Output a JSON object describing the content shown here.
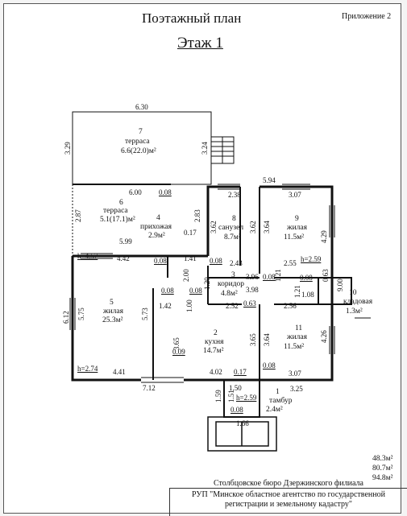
{
  "header": {
    "title": "Поэтажный план",
    "floor": "Этаж 1",
    "appendix": "Приложение 2"
  },
  "rooms": [
    {
      "number": "7",
      "name": "терраса",
      "area": "6.6(22.0)м²"
    },
    {
      "number": "6",
      "name": "терраса",
      "area": "5.1(17.1)м²"
    },
    {
      "number": "4",
      "name": "прихожая",
      "area": "2.9м²"
    },
    {
      "number": "8",
      "name": "санузел",
      "area": "8.7м²"
    },
    {
      "number": "9",
      "name": "жилая",
      "area": "11.5м²"
    },
    {
      "number": "3",
      "name": "коридор",
      "area": "4.8м²"
    },
    {
      "number": "5",
      "name": "жилая",
      "area": "25.3м²"
    },
    {
      "number": "2",
      "name": "кухня",
      "area": "14.7м²"
    },
    {
      "number": "11",
      "name": "жилая",
      "area": "11.5м²"
    },
    {
      "number": "10",
      "name": "кладовая",
      "area": "1.3м²"
    },
    {
      "number": "1",
      "name": "тамбур",
      "area": "2.4м²"
    }
  ],
  "dimensions": {
    "d630": "6.30",
    "d329": "3.29",
    "d324": "3.24",
    "d600": "6.00",
    "d008a": "0.08",
    "d594": "5.94",
    "d287": "2.87",
    "d283": "2.83",
    "d238": "2.38",
    "d307a": "3.07",
    "d362a": "3.62",
    "d362b": "3.62",
    "d364a": "3.64",
    "d429": "4.29",
    "d599": "5.99",
    "d017a": "0.17",
    "d141": "1.41",
    "h457": "h=4.57",
    "d442": "4.42",
    "d008b": "0.08",
    "d008c": "0.08",
    "d243": "2.43",
    "d255": "2.55",
    "h259a": "h=2.59",
    "d200": "2.00",
    "d396": "3.96",
    "d008d": "0.08",
    "d121a": "1.21",
    "d063": "0.63",
    "d900": "9.00",
    "d008e": "0.08",
    "d008f": "0.08",
    "d120": "1.20",
    "d398": "3.98",
    "d121b": "1.21",
    "d108": "1.08",
    "d612": "6.12",
    "d575": "5.75",
    "d573": "5.73",
    "d142": "1.42",
    "d100": "1.00",
    "d252": "2.52",
    "d008g": "0.08",
    "d256": "2.56",
    "d426": "4.26",
    "d365a": "3.65",
    "d009": "0.09",
    "d365b": "3.65",
    "d364b": "3.64",
    "h274": "h=2.74",
    "d441": "4.41",
    "d402": "4.02",
    "d017b": "0.17",
    "d008h": "0.08",
    "d307b": "3.07",
    "d712": "7.12",
    "d325": "3.25",
    "d150": "1.50",
    "d159": "1.59",
    "d151": "1.51",
    "h259b": "h=2.59",
    "d008i": "0.08",
    "d166": "1.66",
    "d0635": "0.63"
  },
  "totals": [
    "48.3м²",
    "80.7м²",
    "94.8м²"
  ],
  "stamp": {
    "line1": "Столбцовское бюро Дзержинского филиала",
    "line2": "РУП \"Минское областное агентство по государственной",
    "line3": "регистрации и земельному кадастру\""
  }
}
